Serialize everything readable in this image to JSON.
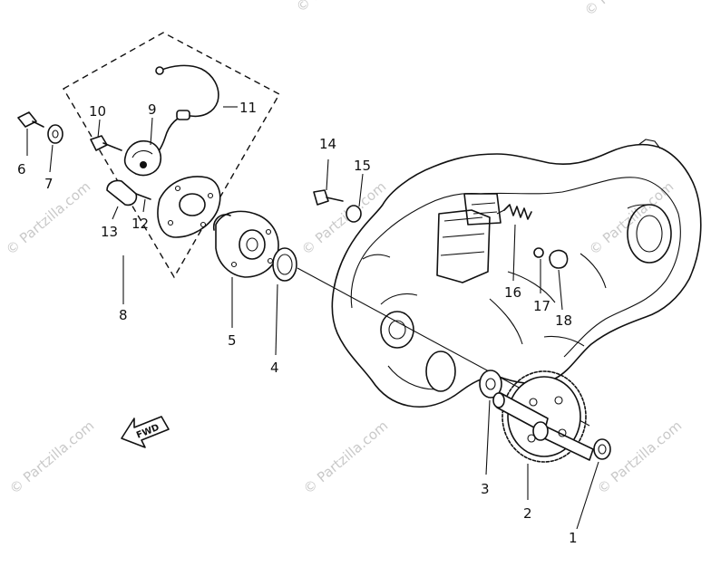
{
  "watermark": "© Partzilla.com",
  "fwd_label": "FWD",
  "callouts": [
    "1",
    "2",
    "3",
    "4",
    "5",
    "6",
    "7",
    "8",
    "9",
    "10",
    "11",
    "12",
    "13",
    "14",
    "15",
    "16",
    "17",
    "18"
  ]
}
